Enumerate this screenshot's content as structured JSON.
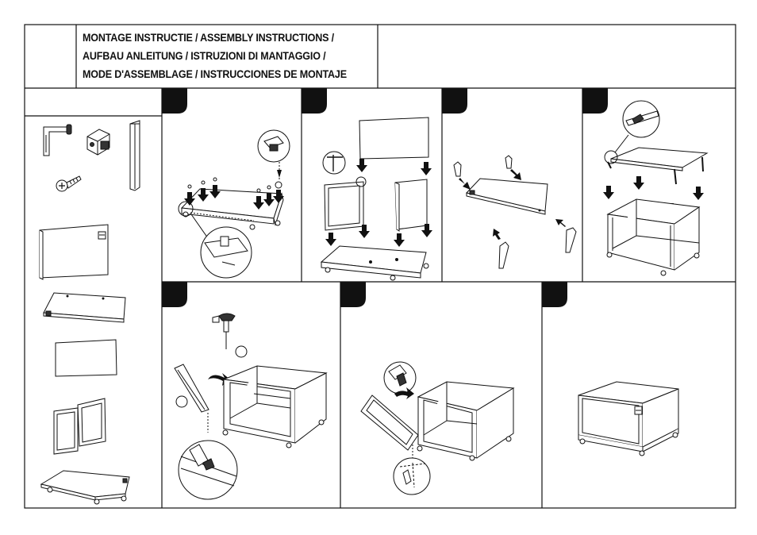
{
  "document": {
    "title_lines": [
      "MONTAGE INSTRUCTIE / ASSEMBLY INSTRUCTIONS /",
      "AUFBAU ANLEITUNG / ISTRUZIONI DI MANTAGGIO /",
      "MODE D'ASSEMBLAGE / INSTRUCCIONES DE MONTAJE"
    ],
    "colors": {
      "line": "#111111",
      "step_tab": "#111111",
      "background": "#ffffff"
    },
    "parts_list": [
      "corner-bracket",
      "cam-connector",
      "side-rail",
      "screw",
      "back-panel",
      "top-panel",
      "divider-panel",
      "side-panels",
      "base-with-casters"
    ],
    "steps": [
      {
        "id": "step-1",
        "icon": "base-with-dowels-diagram"
      },
      {
        "id": "step-2",
        "icon": "panels-onto-base-diagram"
      },
      {
        "id": "step-3",
        "icon": "brackets-onto-top-diagram"
      },
      {
        "id": "step-4",
        "icon": "top-onto-frame-diagram"
      },
      {
        "id": "step-5",
        "icon": "side-panel-screw-diagram"
      },
      {
        "id": "step-6",
        "icon": "door-hinge-diagram"
      },
      {
        "id": "step-7",
        "icon": "finished-cabinet-diagram"
      }
    ]
  }
}
